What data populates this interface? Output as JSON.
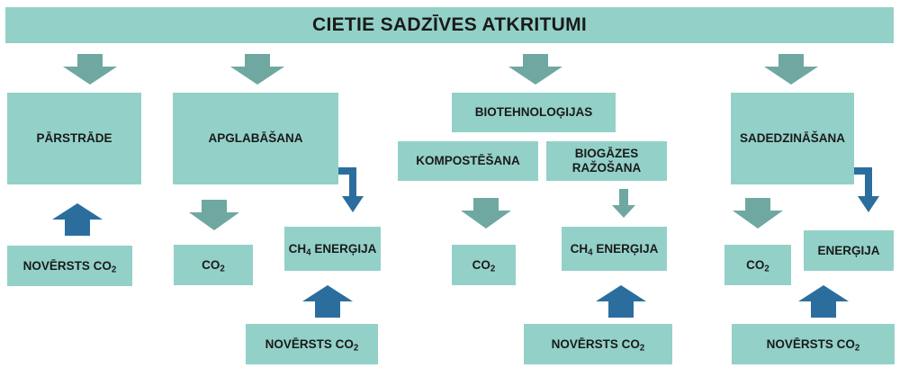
{
  "title": "CIETIE SADZĪVES ATKRITUMI",
  "labels": {
    "parstrade": "PĀRSTRĀDE",
    "apglabasana": "APGLABĀŠANA",
    "biotehnologijas": "BIOTEHNOLOĢIJAS",
    "kompostesana": "KOMPOSTĒŠANA",
    "biogazes_1": "BIOGĀZES",
    "biogazes_2": "RAŽOŠANA",
    "sadedzinasana": "SADEDZINĀŠANA",
    "energija": "ENERĢIJA",
    "ch": "CH",
    "four": "4",
    "energija_suffix": " ENERĢIJA",
    "co": "CO",
    "two": "2",
    "noversts": "NOVĒRSTS CO"
  },
  "colors": {
    "box": "#93d1c8",
    "arrow_teal": "#6fa8a1",
    "arrow_blue": "#2b6e9e",
    "text": "#1a1a1a"
  }
}
